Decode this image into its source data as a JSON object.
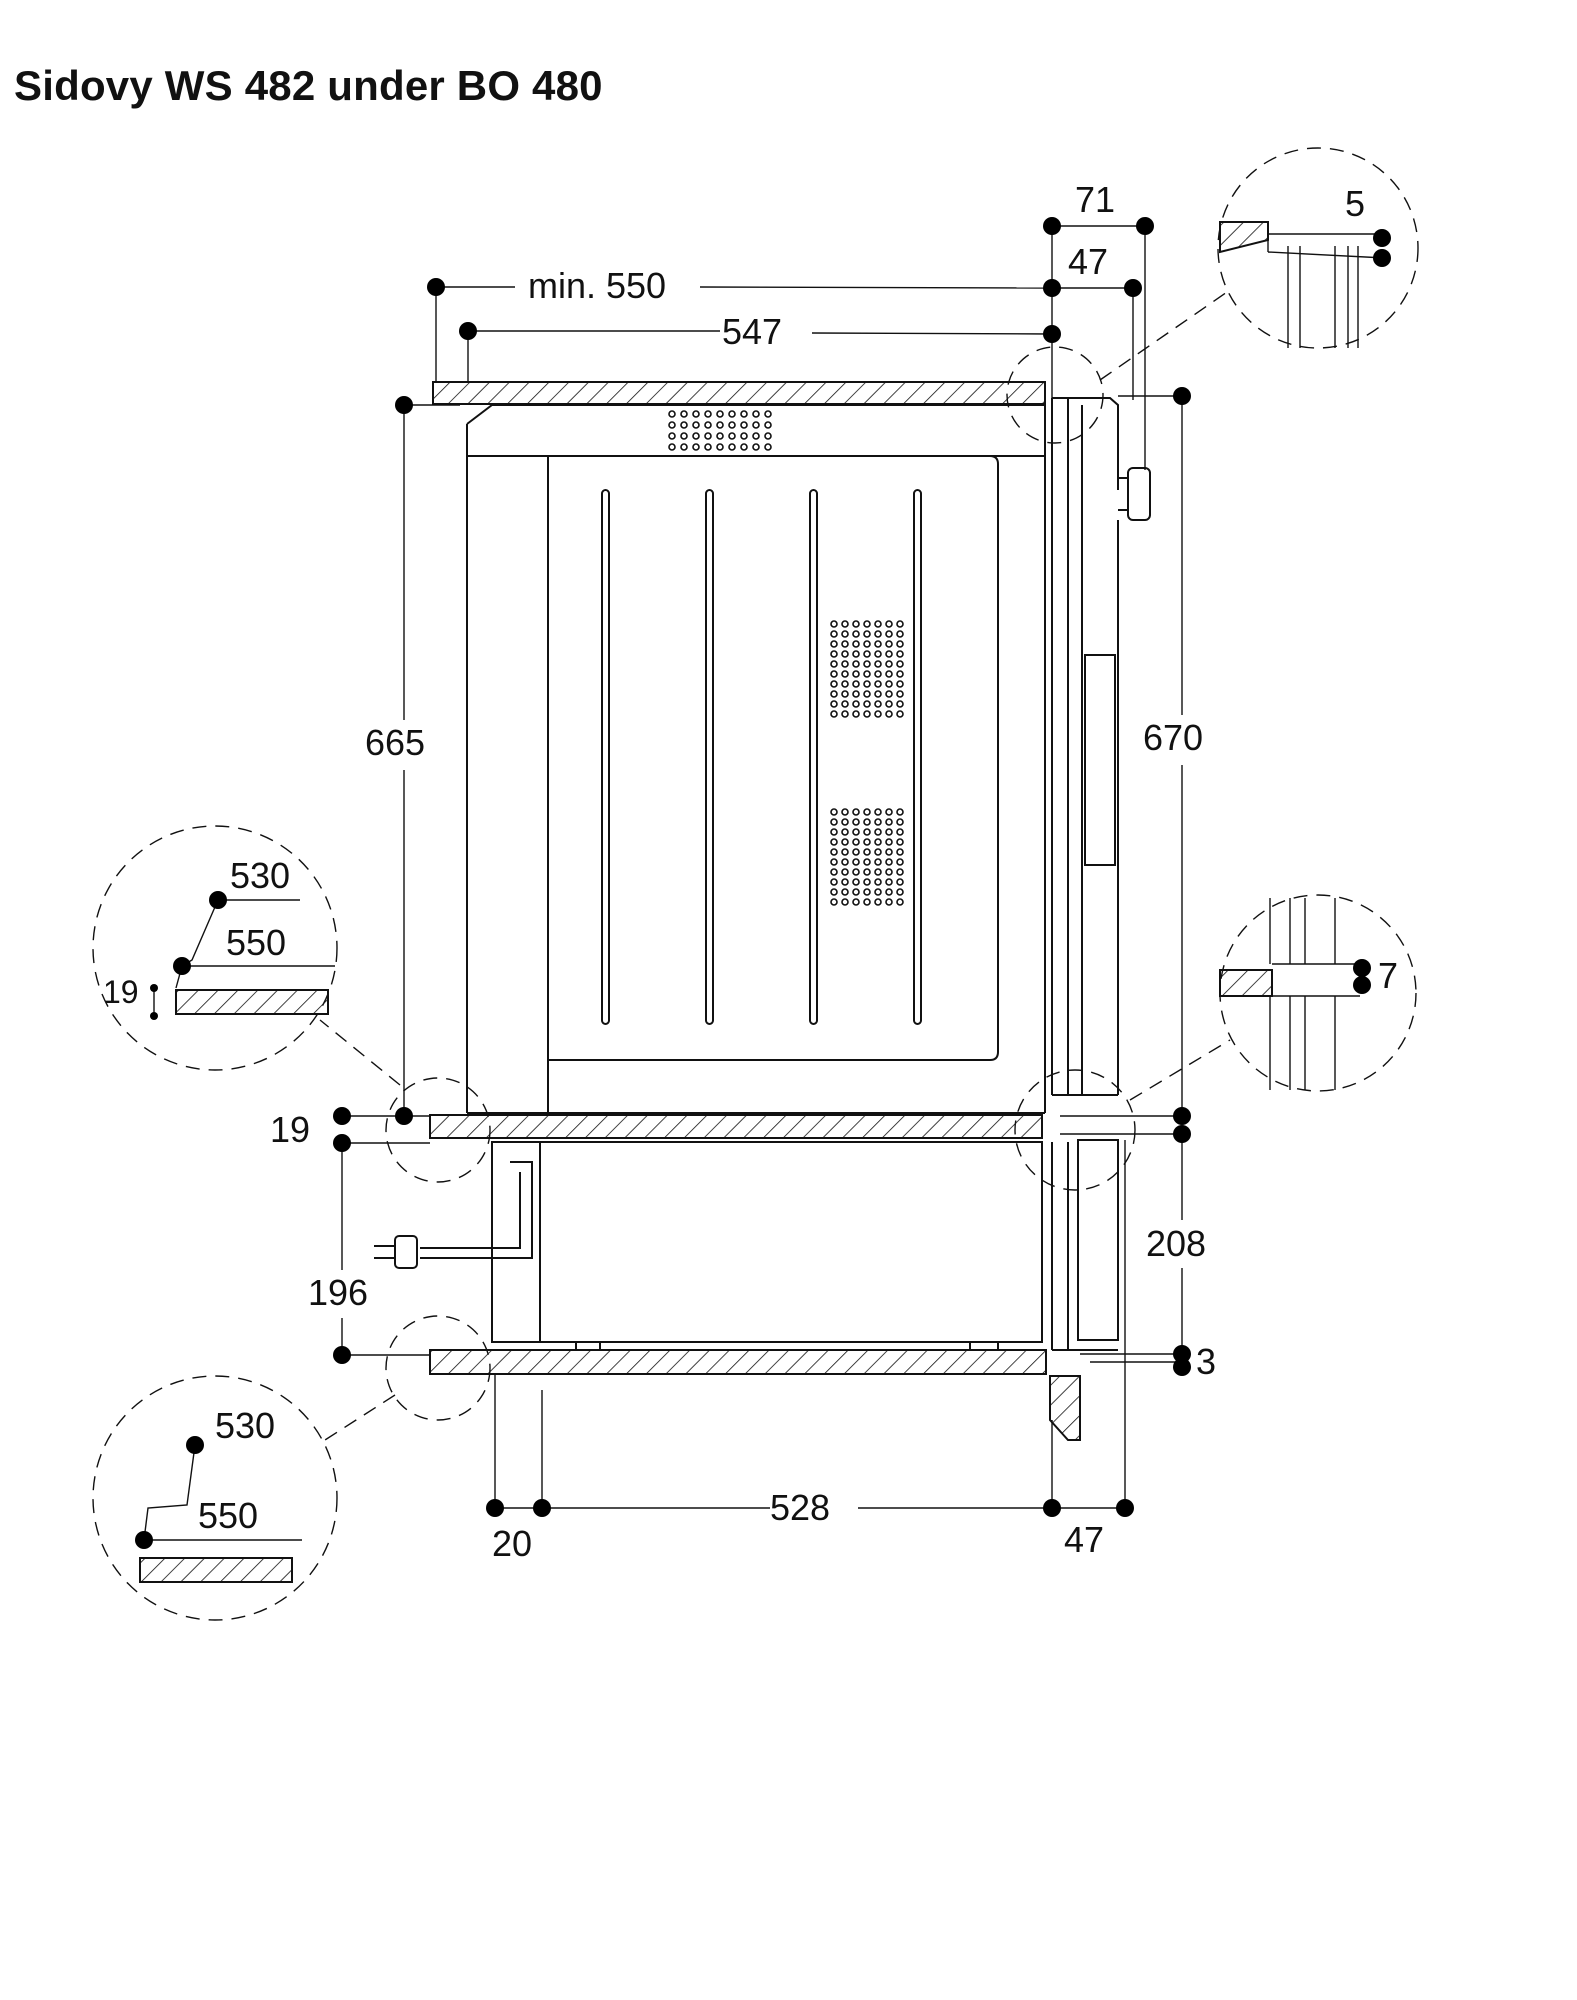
{
  "title": "Sidovy WS 482 under BO 480",
  "dimensions": {
    "min_width": "min. 550",
    "width_547": "547",
    "depth_71": "71",
    "depth_47_top": "47",
    "detail_top_5": "5",
    "height_665": "665",
    "height_670": "670",
    "shelf_19": "19",
    "height_196": "196",
    "height_208": "208",
    "gap_3": "3",
    "gap_7": "7",
    "bottom_528": "528",
    "bottom_20": "20",
    "bottom_47": "47"
  },
  "detail_upper_left": {
    "d530": "530",
    "d550": "550",
    "d19": "19"
  },
  "detail_lower_left": {
    "d530": "530",
    "d550": "550"
  }
}
